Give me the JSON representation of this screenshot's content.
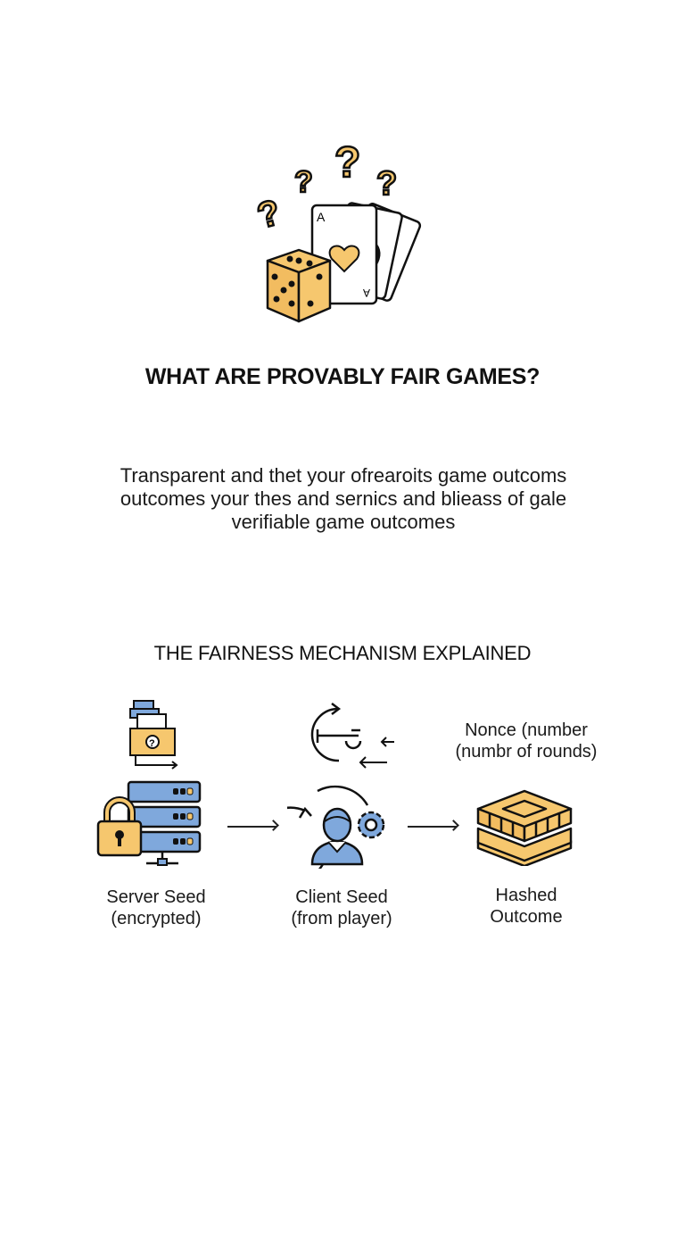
{
  "hero": {
    "icon": "dice-cards-question-icon",
    "card_rank": "A"
  },
  "title": "WHAT ARE PROVABLY FAIR GAMES?",
  "description": {
    "lines": [
      "Transparent and thet your ofrearoits game outcoms",
      "outcomes your  thes and sernics and blieass of gale",
      "verifiable game outcomes"
    ]
  },
  "mechanism": {
    "heading": "THE FAIRNESS MECHANISM EXPLAINED",
    "nonce": {
      "line1": "Nonce (number",
      "line2": "(numbr of rounds)"
    },
    "steps": [
      {
        "icon": "server-lock-icon",
        "line1": "Server Seed",
        "line2": "(encrypted)"
      },
      {
        "icon": "user-gear-icon",
        "line1": "Client Seed",
        "line2": "(from player)"
      },
      {
        "icon": "hash-block-icon",
        "line1": "Hashed",
        "line2": "Outcome"
      }
    ]
  },
  "colors": {
    "gold": "#F6C76E",
    "blue": "#7FA8DC",
    "outline": "#111111"
  }
}
